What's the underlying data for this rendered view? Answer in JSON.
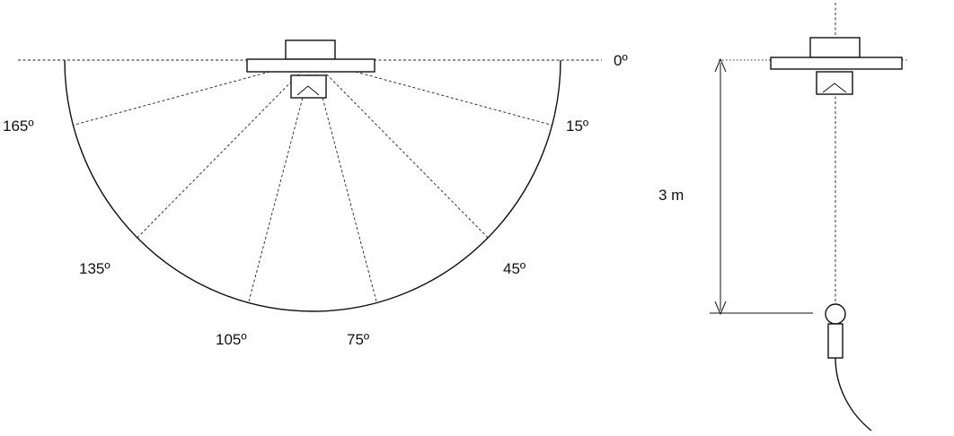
{
  "polar": {
    "labels": [
      "0º",
      "15º",
      "45º",
      "75º",
      "105º",
      "135º",
      "165º"
    ]
  },
  "side": {
    "distance_label": "3 m"
  }
}
